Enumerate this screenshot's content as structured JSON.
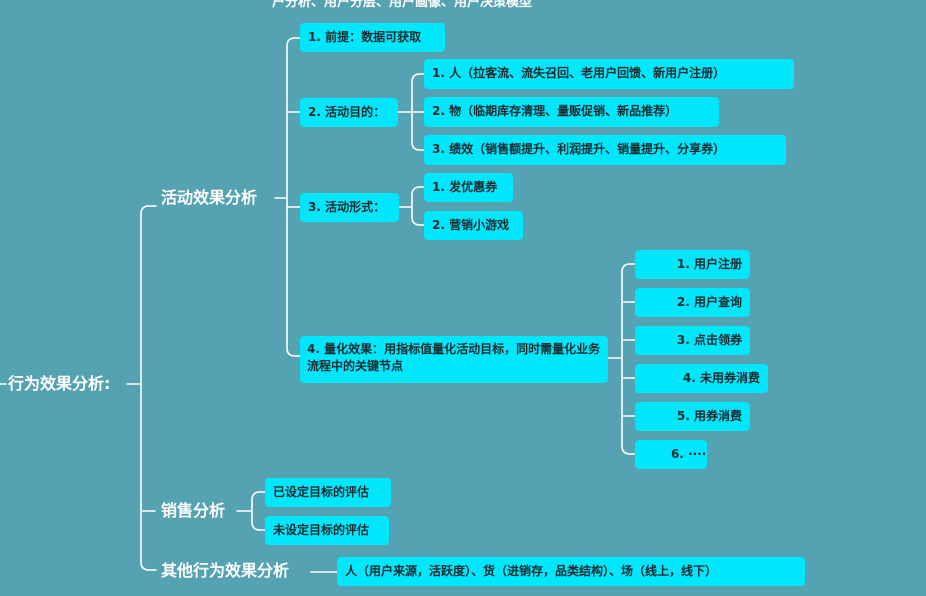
{
  "top_clipped_text": "户分析、用户分层、用户画像、用户决策模型",
  "root": {
    "label": "行为效果分析:"
  },
  "activity": {
    "label": "活动效果分析",
    "premise": "1. 前提：数据可获取",
    "purpose": {
      "label": "2. 活动目的：",
      "items": [
        "1. 人（拉客流、流失召回、老用户回馈、新用户注册）",
        "2. 物（临期库存清理、量贩促销、新品推荐）",
        "3. 绩效（销售额提升、利润提升、销量提升、分享券）"
      ]
    },
    "form": {
      "label": "3. 活动形式：",
      "items": [
        "1. 发优惠券",
        "2. 营销小游戏"
      ]
    },
    "quant": {
      "label": "4. 量化效果：用指标值量化活动目标，同时需量化业务流程中的关键节点",
      "items": [
        "1. 用户注册",
        "2. 用户查询",
        "3. 点击领券",
        "4. 未用券消费",
        "5. 用券消费",
        "6. ····"
      ]
    }
  },
  "sales": {
    "label": "销售分析",
    "items": [
      "已设定目标的评估",
      "未设定目标的评估"
    ]
  },
  "other": {
    "label": "其他行为效果分析",
    "detail": "人（用户来源，活跃度）、货（进销存，品类结构）、场（线上，线下）"
  }
}
